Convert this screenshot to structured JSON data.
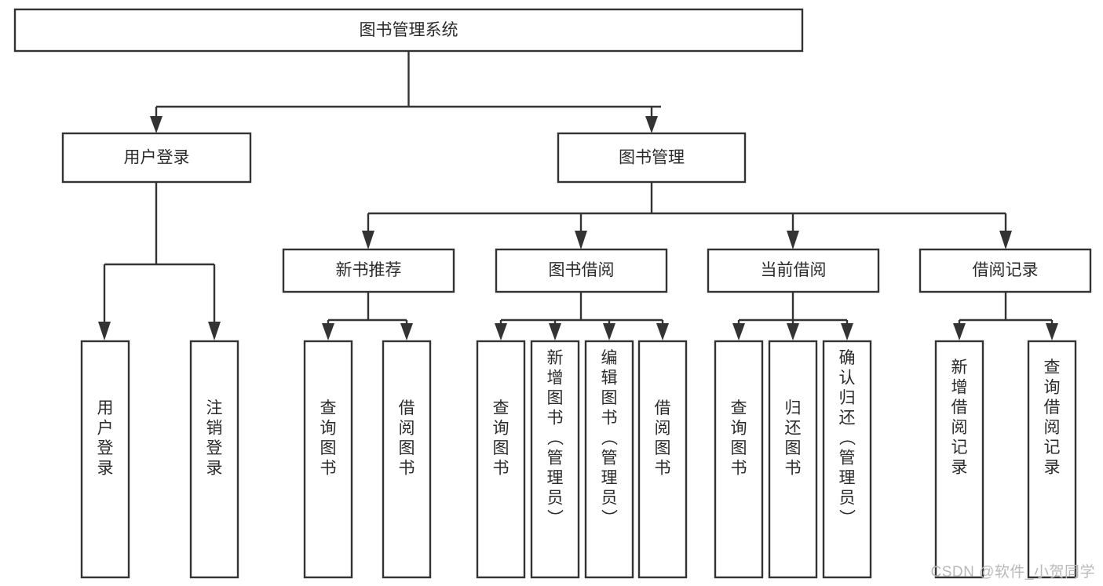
{
  "diagram": {
    "type": "tree",
    "orientation": "top-down",
    "title": "图书管理系统",
    "colors": {
      "box_stroke": "#333333",
      "box_fill": "#ffffff",
      "connector": "#333333",
      "text": "#2b2b2b",
      "watermark": "#b9b9b9",
      "background": "#ffffff"
    },
    "levels": {
      "root": {
        "label": "图书管理系统"
      },
      "level1": [
        {
          "label": "用户登录"
        },
        {
          "label": "图书管理"
        }
      ],
      "level2": [
        {
          "label": "新书推荐",
          "parent": "图书管理"
        },
        {
          "label": "图书借阅",
          "parent": "图书管理"
        },
        {
          "label": "当前借阅",
          "parent": "图书管理"
        },
        {
          "label": "借阅记录",
          "parent": "图书管理"
        }
      ],
      "leaves": {
        "user_login": [
          {
            "label": "用户登录"
          },
          {
            "label": "注销登录"
          }
        ],
        "new_book_recommend": [
          {
            "label": "查询图书"
          },
          {
            "label": "借阅图书"
          }
        ],
        "book_borrow": [
          {
            "label": "查询图书"
          },
          {
            "label": "新增图书（管理员）"
          },
          {
            "label": "编辑图书（管理员）"
          },
          {
            "label": "借阅图书"
          }
        ],
        "current_borrow": [
          {
            "label": "查询图书"
          },
          {
            "label": "归还图书"
          },
          {
            "label": "确认归还（管理员）"
          }
        ],
        "borrow_record": [
          {
            "label": "新增借阅记录"
          },
          {
            "label": "查询借阅记录"
          }
        ]
      }
    }
  },
  "watermark": {
    "text": "CSDN @软件_小贺同学"
  }
}
